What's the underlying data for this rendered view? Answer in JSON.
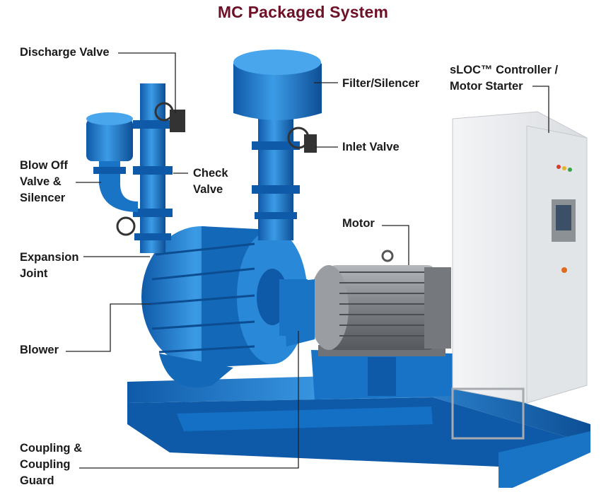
{
  "title": "MC Packaged System",
  "colors": {
    "title": "#6e1127",
    "blower_blue": "#1f7fd0",
    "blower_dark": "#0f5aa8",
    "motor_gray": "#8a8d92",
    "cabinet": "#e9ebee",
    "leader": "#222222"
  },
  "labels": {
    "discharge_valve": "Discharge Valve",
    "blow_off": [
      "Blow Off",
      "Valve &",
      "Silencer"
    ],
    "check_valve": [
      "Check",
      "Valve"
    ],
    "expansion_joint": [
      "Expansion",
      "Joint"
    ],
    "blower": "Blower",
    "coupling": [
      "Coupling &",
      "Coupling",
      "Guard"
    ],
    "filter_silencer": "Filter/Silencer",
    "inlet_valve": "Inlet Valve",
    "motor": "Motor",
    "controller": [
      "sLOC™ Controller /",
      "Motor Starter"
    ]
  }
}
